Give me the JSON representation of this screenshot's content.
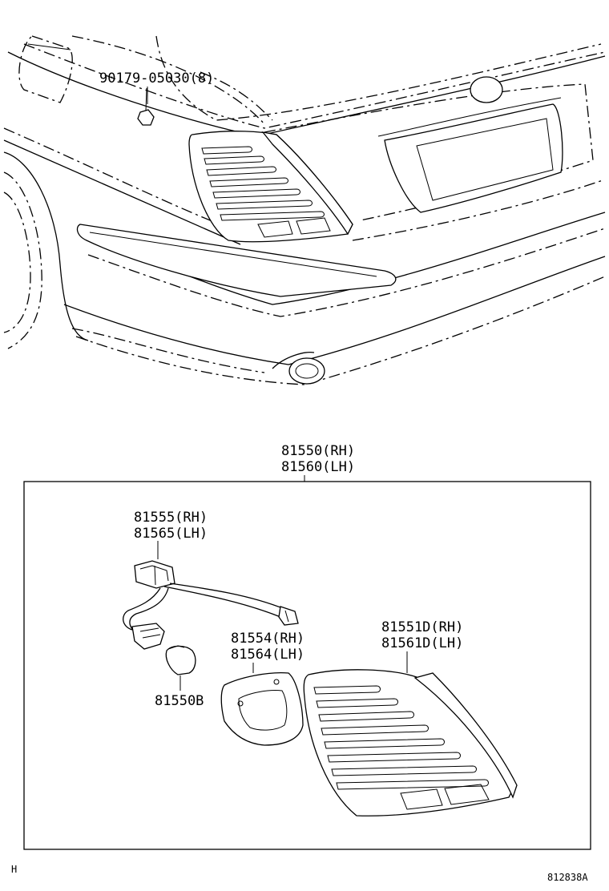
{
  "callouts": {
    "bolt": "90179-05030(8)",
    "assembly_rh": "81550(RH)",
    "assembly_lh": "81560(LH)",
    "socket_rh": "81555(RH)",
    "socket_lh": "81565(LH)",
    "bulb": "81550B",
    "gasket_rh": "81554(RH)",
    "gasket_lh": "81564(LH)",
    "lens_rh": "81551D(RH)",
    "lens_lh": "81561D(LH)"
  },
  "footer": {
    "left_code": "H",
    "diagram_id": "812838A"
  }
}
